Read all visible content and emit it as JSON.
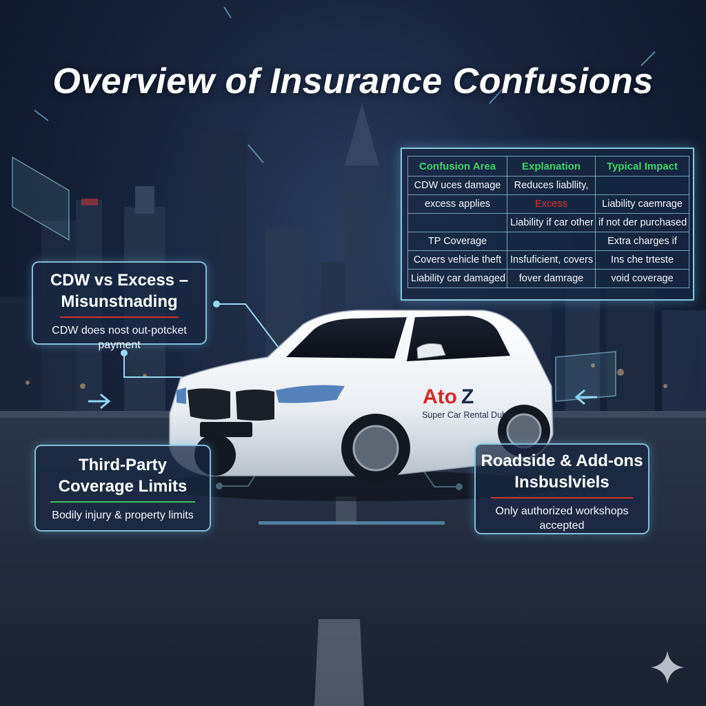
{
  "title": "Overview of Insurance Confusions",
  "colors": {
    "accent_cyan": "#8fd6f5",
    "header_green": "#3fd46a",
    "highlight_red": "#e0302c",
    "background_navy": "#111c31"
  },
  "panels": {
    "cdw": {
      "heading_line1": "CDW vs Excess –",
      "heading_line2": "Misunstnading",
      "text": "CDW does nost out-potcket payment",
      "underline_color": "#d0342c"
    },
    "third_party": {
      "heading_line1": "Third-Party",
      "heading_line2": "Coverage Limits",
      "text": "Bodily injury & property limits",
      "underline_color": "#3fbf5a"
    },
    "roadside": {
      "heading_line1": "Roadside & Add-ons",
      "heading_line2": "Insbuslviels",
      "text_line1": "Only authorized workshops",
      "text_line2": "accepted",
      "underline_color": "#d0342c"
    }
  },
  "table": {
    "headers": [
      "Confusion Area",
      "Explanation",
      "Typical Impact"
    ],
    "rows": [
      [
        "CDW uces damage",
        "Reduces liabllity,",
        ""
      ],
      [
        "excess applies",
        "Excess",
        "Liability caemrage"
      ],
      [
        "",
        "Liability if car other",
        "if not der purchased"
      ],
      [
        "TP Coverage",
        "",
        "Extra charges if"
      ],
      [
        "Covers vehicle theft",
        "Insfuficient, covers",
        "Ins che trteste"
      ],
      [
        "Liability car damaged",
        "fover damrage",
        "void coverage"
      ]
    ]
  },
  "car": {
    "brand_a": "Ato",
    "brand_b": "Z",
    "subtitle": "Super Car Rental Dubai"
  },
  "icons": [
    "chevron-right-icon",
    "chevron-left-icon",
    "sparkle-icon"
  ]
}
